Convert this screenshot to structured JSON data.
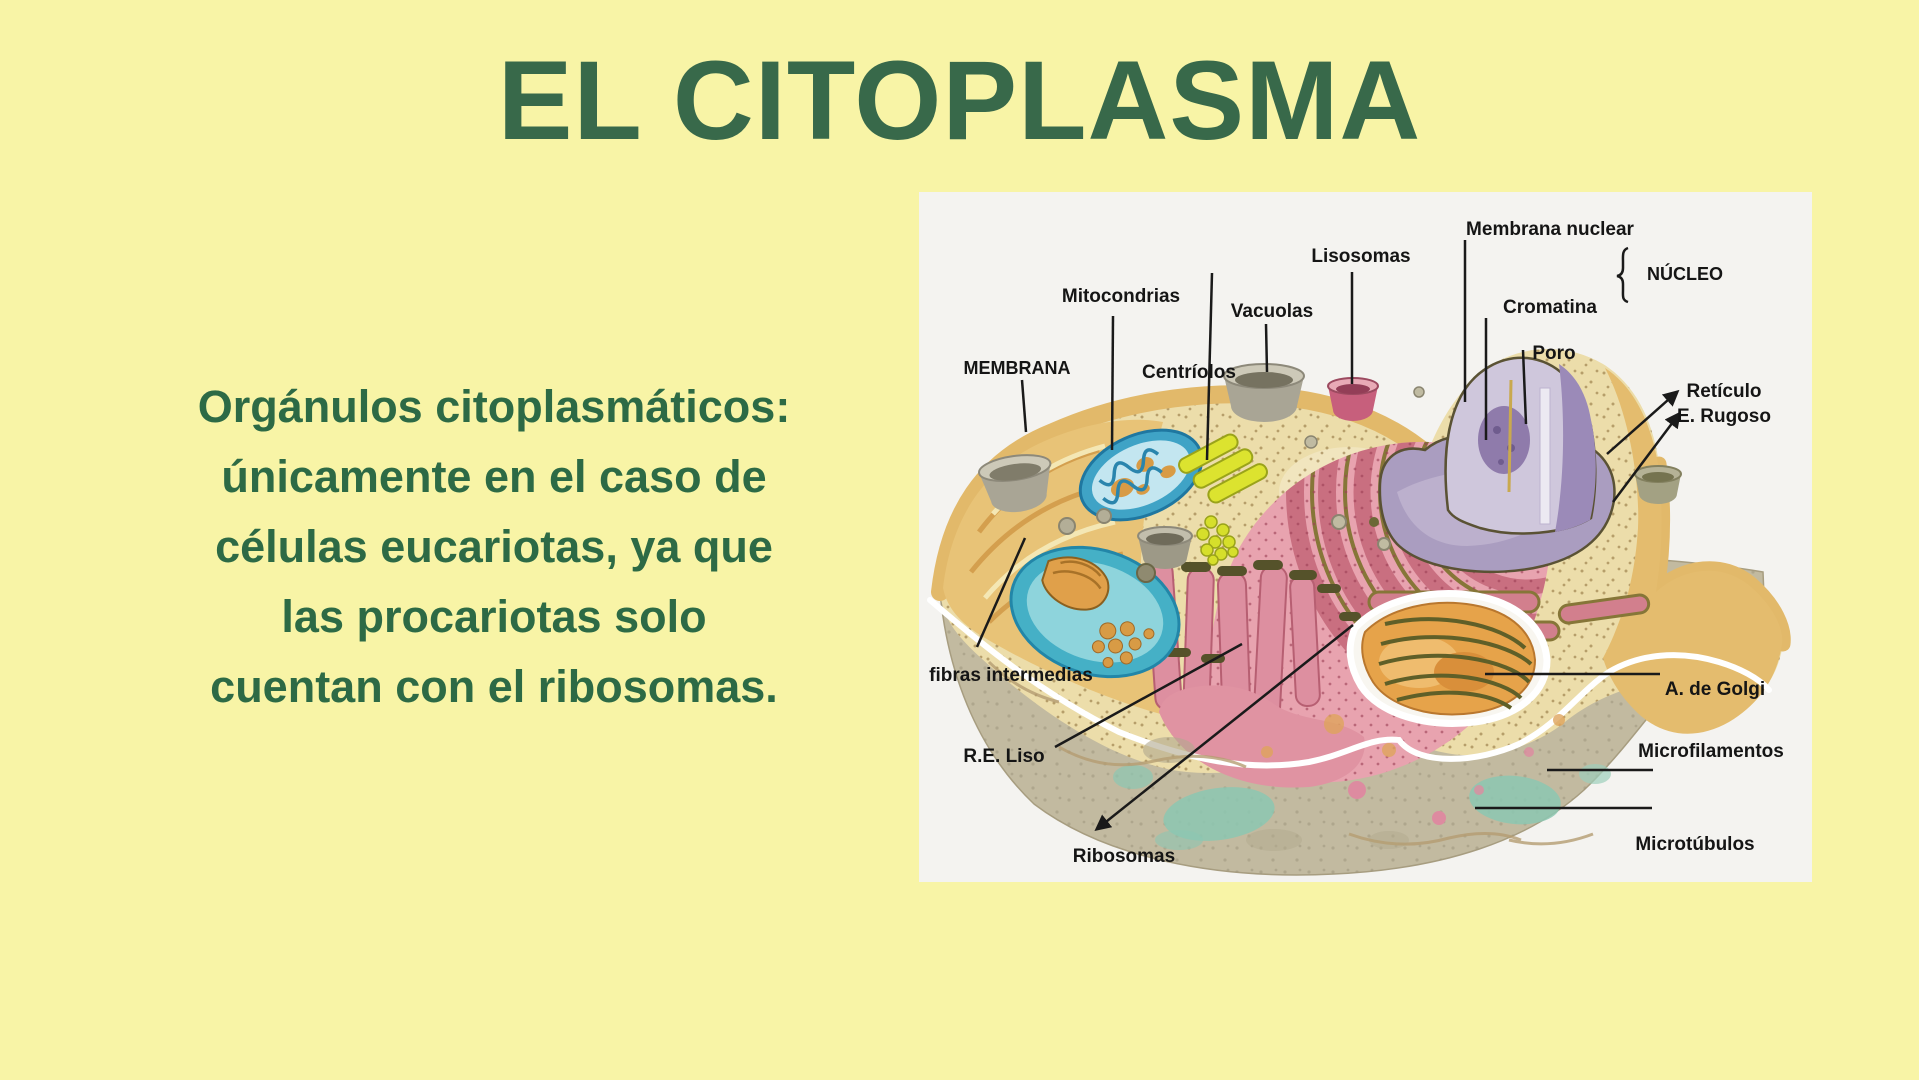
{
  "slide": {
    "background_color": "#f8f4a6",
    "title": "EL CITOPLASMA",
    "title_color": "#38694a",
    "paragraph": {
      "color": "#2d6a45",
      "lines": [
        "Orgánulos citoplasmáticos:",
        "únicamente en el caso de",
        "células eucariotas, ya que",
        "las procariotas solo",
        "cuentan con el ribosomas."
      ]
    }
  },
  "diagram": {
    "panel_color": "#f4f3f0",
    "label_color": "#151515",
    "labels": {
      "membrana": "MEMBRANA",
      "mitocondrias": "Mitocondrias",
      "centriolos": "Centríolos",
      "vacuolas": "Vacuolas",
      "lisosomas": "Lisosomas",
      "membrana_nuclear": "Membrana nuclear",
      "nucleo": "NÚCLEO",
      "cromatina": "Cromatina",
      "poro": "Poro",
      "reticulo_1": "Retículo",
      "reticulo_2": "E. Rugoso",
      "fibras": "fibras intermedias",
      "re_liso": "R.E. Liso",
      "ribosomas": "Ribosomas",
      "golgi": "A. de Golgi",
      "microfilamentos": "Microfilamentos",
      "microtubulos": "Microtúbulos"
    },
    "cell_colors": {
      "cytoplasm_face": "#ecddaa",
      "membrane_rim": "#e2b96a",
      "exterior_gray": "#c2baa0",
      "nucleus_skirt": "#aa9dc0",
      "nucleus_dome_light": "#cfc7dc",
      "nucleus_dome_dark": "#9b8ab8",
      "er_pink": "#c96f80",
      "er_gap_olive": "#867638",
      "mitochondria_blue": "#3fa3c6",
      "centrioles_yellow": "#dce32f",
      "golgi_orange": "#e6a34a",
      "vacuole_gray": "#a9a595",
      "lysosome_pink": "#c75f7c",
      "teal_spots": "#8cc7b2"
    }
  }
}
